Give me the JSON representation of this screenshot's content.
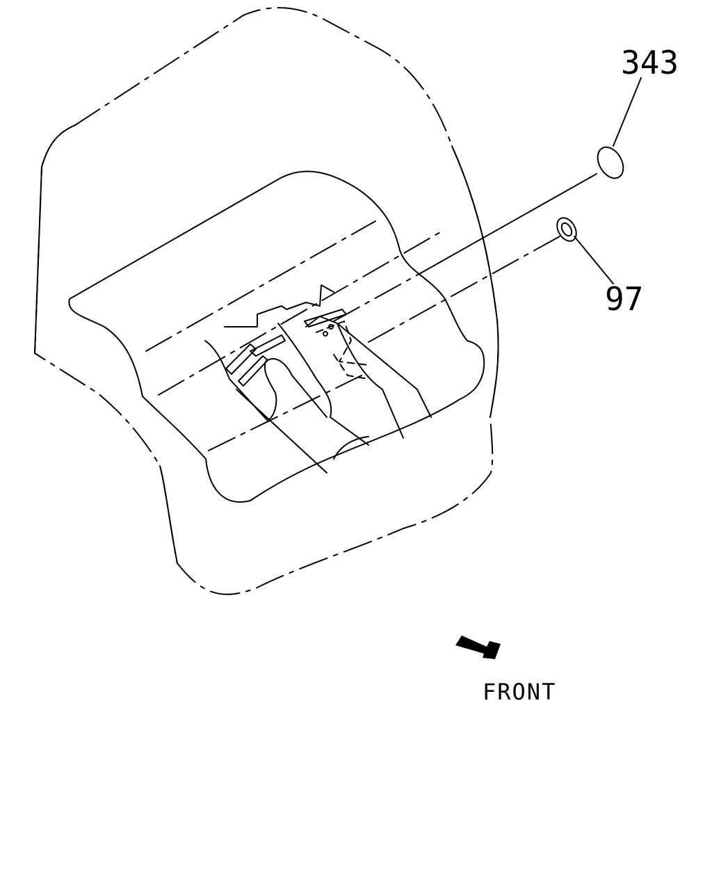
{
  "callouts": [
    {
      "id": "343"
    },
    {
      "id": "97"
    }
  ],
  "direction_label": "FRONT"
}
